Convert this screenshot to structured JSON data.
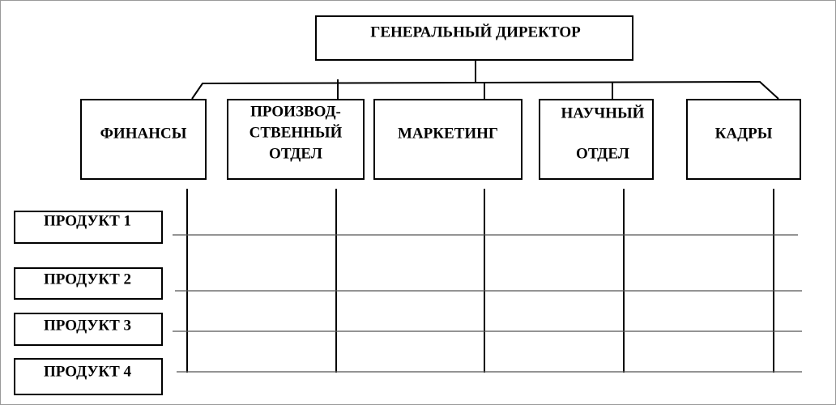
{
  "director": {
    "label": "ГЕНЕРАЛЬНЫЙ ДИРЕКТОР"
  },
  "departments": [
    {
      "id": "finance",
      "lines": [
        "ФИНАНСЫ"
      ]
    },
    {
      "id": "production",
      "lines": [
        "ПРОИЗВОД-",
        "СТВЕННЫЙ",
        "ОТДЕЛ"
      ]
    },
    {
      "id": "marketing",
      "lines": [
        "МАРКЕТИНГ"
      ]
    },
    {
      "id": "research",
      "lines": [
        "НАУЧНЫЙ",
        "ОТДЕЛ"
      ]
    },
    {
      "id": "hr",
      "lines": [
        "КАДРЫ"
      ]
    }
  ],
  "products": [
    {
      "label": "ПРОДУКТ  1"
    },
    {
      "label": "ПРОДУКТ  2"
    },
    {
      "label": "ПРОДУКТ  3"
    },
    {
      "label": "ПРОДУКТ  4"
    }
  ],
  "colors": {
    "line": "#000000",
    "box_fill": "#ffffff",
    "frame": "#999999"
  }
}
